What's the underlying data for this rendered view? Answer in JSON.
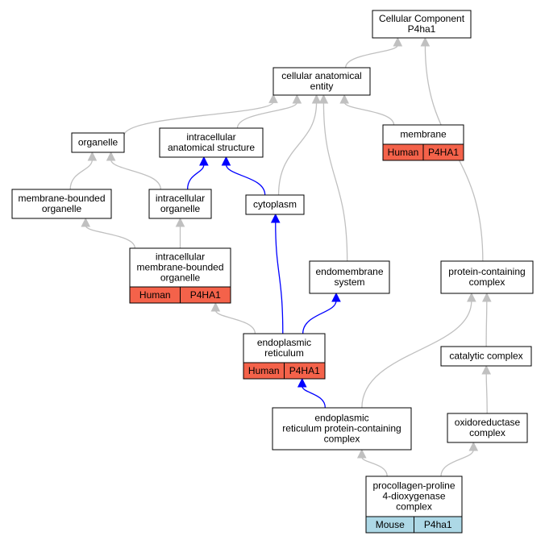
{
  "colors": {
    "human_tag": "#f4624a",
    "mouse_tag": "#add8e6",
    "edge_default": "#c0c0c0",
    "edge_highlight": "#0000ff"
  },
  "nodes": {
    "cellular_component": {
      "lines": [
        "Cellular Component",
        "P4ha1"
      ]
    },
    "cellular_anatomical_entity": {
      "lines": [
        "cellular anatomical",
        "entity"
      ]
    },
    "organelle": {
      "lines": [
        "organelle"
      ]
    },
    "intracellular_anatomical_structure": {
      "lines": [
        "intracellular",
        "anatomical structure"
      ]
    },
    "membrane": {
      "lines": [
        "membrane"
      ],
      "tags": [
        "Human",
        "P4HA1"
      ]
    },
    "membrane_bounded_organelle": {
      "lines": [
        "membrane-bounded",
        "organelle"
      ]
    },
    "intracellular_organelle": {
      "lines": [
        "intracellular",
        "organelle"
      ]
    },
    "cytoplasm": {
      "lines": [
        "cytoplasm"
      ]
    },
    "intracellular_membrane_bounded_organelle": {
      "lines": [
        "intracellular",
        "membrane-bounded",
        "organelle"
      ],
      "tags": [
        "Human",
        "P4HA1"
      ]
    },
    "endomembrane_system": {
      "lines": [
        "endomembrane",
        "system"
      ]
    },
    "protein_containing_complex": {
      "lines": [
        "protein-containing",
        "complex"
      ]
    },
    "endoplasmic_reticulum": {
      "lines": [
        "endoplasmic",
        "reticulum"
      ],
      "tags": [
        "Human",
        "P4HA1"
      ]
    },
    "catalytic_complex": {
      "lines": [
        "catalytic complex"
      ]
    },
    "er_protein_containing_complex": {
      "lines": [
        "endoplasmic",
        "reticulum protein-containing",
        "complex"
      ]
    },
    "oxidoreductase_complex": {
      "lines": [
        "oxidoreductase",
        "complex"
      ]
    },
    "procollagen_proline_dioxygenase_complex": {
      "lines": [
        "procollagen-proline",
        "4-dioxygenase",
        "complex"
      ],
      "tags": [
        "Mouse",
        "P4ha1"
      ]
    }
  },
  "edges": [
    {
      "from": "cellular_anatomical_entity",
      "to": "cellular_component",
      "highlight": false
    },
    {
      "from": "protein_containing_complex",
      "to": "cellular_component",
      "highlight": false
    },
    {
      "from": "organelle",
      "to": "cellular_anatomical_entity",
      "highlight": false
    },
    {
      "from": "intracellular_anatomical_structure",
      "to": "cellular_anatomical_entity",
      "highlight": false
    },
    {
      "from": "cytoplasm",
      "to": "cellular_anatomical_entity",
      "highlight": false
    },
    {
      "from": "endomembrane_system",
      "to": "cellular_anatomical_entity",
      "highlight": false
    },
    {
      "from": "membrane",
      "to": "cellular_anatomical_entity",
      "highlight": false
    },
    {
      "from": "membrane_bounded_organelle",
      "to": "organelle",
      "highlight": false
    },
    {
      "from": "intracellular_organelle",
      "to": "organelle",
      "highlight": false
    },
    {
      "from": "intracellular_organelle",
      "to": "intracellular_anatomical_structure",
      "highlight": true
    },
    {
      "from": "cytoplasm",
      "to": "intracellular_anatomical_structure",
      "highlight": true
    },
    {
      "from": "intracellular_membrane_bounded_organelle",
      "to": "membrane_bounded_organelle",
      "highlight": false
    },
    {
      "from": "intracellular_membrane_bounded_organelle",
      "to": "intracellular_organelle",
      "highlight": false
    },
    {
      "from": "endoplasmic_reticulum",
      "to": "intracellular_membrane_bounded_organelle",
      "highlight": false
    },
    {
      "from": "endoplasmic_reticulum",
      "to": "cytoplasm",
      "highlight": true
    },
    {
      "from": "endoplasmic_reticulum",
      "to": "endomembrane_system",
      "highlight": true
    },
    {
      "from": "er_protein_containing_complex",
      "to": "endoplasmic_reticulum",
      "highlight": true
    },
    {
      "from": "er_protein_containing_complex",
      "to": "protein_containing_complex",
      "highlight": false
    },
    {
      "from": "catalytic_complex",
      "to": "protein_containing_complex",
      "highlight": false
    },
    {
      "from": "oxidoreductase_complex",
      "to": "catalytic_complex",
      "highlight": false
    },
    {
      "from": "procollagen_proline_dioxygenase_complex",
      "to": "er_protein_containing_complex",
      "highlight": false
    },
    {
      "from": "procollagen_proline_dioxygenase_complex",
      "to": "oxidoreductase_complex",
      "highlight": false
    }
  ]
}
